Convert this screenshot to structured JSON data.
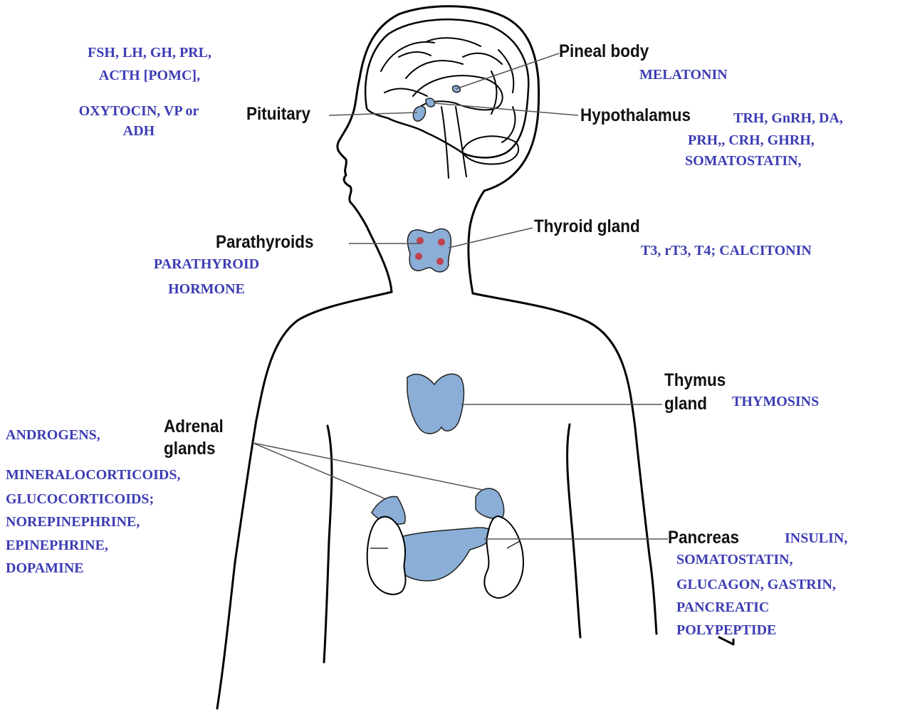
{
  "colors": {
    "gland": "#8aaed6",
    "outline": "#000000",
    "hormone_text": "#3c3cb4",
    "dots": "#c0404c"
  },
  "labels": {
    "pineal": "Pineal body",
    "pituitary": "Pituitary",
    "hypothalamus": "Hypothalamus",
    "parathyroids": "Parathyroids",
    "thyroid": "Thyroid gland",
    "thymus_line1": "Thymus",
    "thymus_line2": "gland",
    "adrenal_line1": "Adrenal",
    "adrenal_line2": "glands",
    "pancreas": "Pancreas"
  },
  "hormones": {
    "pituitary": [
      "FSH, LH, GH, PRL,",
      "ACTH [POMC],",
      "OXYTOCIN, VP or",
      "ADH"
    ],
    "pineal": "MELATONIN",
    "hypothalamus": [
      "TRH, GnRH, DA,",
      "PRH,, CRH, GHRH,",
      "SOMATOSTATIN,"
    ],
    "thyroid": "T3, rT3, T4; CALCITONIN",
    "parathyroid": [
      "PARATHYROID",
      "HORMONE"
    ],
    "thymus": "THYMOSINS",
    "adrenal": [
      "ANDROGENS,",
      "MINERALOCORTICOIDS,",
      "GLUCOCORTICOIDS;",
      "NOREPINEPHRINE,",
      "EPINEPHRINE,",
      "DOPAMINE"
    ],
    "pancreas": [
      "INSULIN,",
      "SOMATOSTATIN,",
      "GLUCAGON, GASTRIN,",
      "PANCREATIC",
      "POLYPEPTIDE"
    ]
  }
}
